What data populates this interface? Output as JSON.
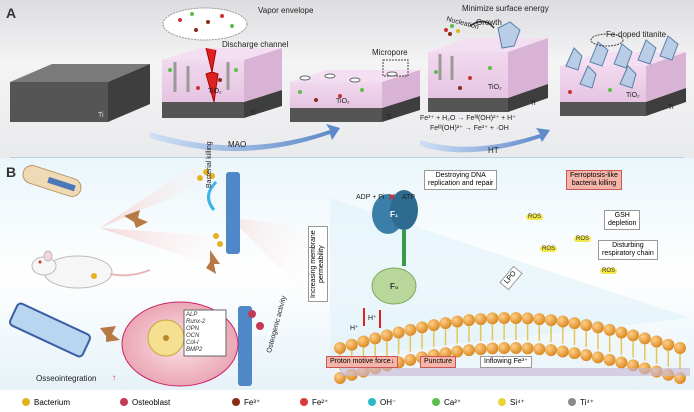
{
  "panel_a": {
    "letter": "A",
    "labels": {
      "vapor_envelope": "Vapor envelope",
      "discharge_channel": "Discharge channel",
      "tio2_1": "TiO₂",
      "ti_1": "Ti",
      "ti_0": "Ti",
      "micropore": "Micropore",
      "tio2_2": "TiO₂",
      "ti_2": "Ti",
      "minimize_surface_energy": "Minimize surface energy",
      "nucleation": "Nucleation",
      "growth": "Growth",
      "tio2_3": "TiO₂",
      "ti_3": "Ti",
      "fe_doped_titanite": "Fe-doped titanite",
      "tio2_4": "TiO₂",
      "ti_4": "Ti",
      "mao": "MAO",
      "ht": "HT",
      "eq1": "Fe³⁺ + H₂O → Feᴵᴵᴵ(OH)²⁺ + H⁺",
      "eq2": "Feᴵᴵᴵ(OH)²⁺ → Fe³⁺ + ·OH"
    }
  },
  "panel_b": {
    "letter": "B",
    "labels": {
      "bacterial_killing": "Bacterial killing",
      "osteogenic_activity": "Osteogenic activity",
      "osseointegration": "Osseointegration",
      "up_arrow": "↑",
      "markers": [
        "ALP",
        "Runx-2",
        "OPN",
        "OCN",
        "Col-I",
        "BMP2"
      ],
      "adp_pi": "ADP + Pi",
      "cross": "✕",
      "atp": "ATP",
      "destroying_dna": "Destroying DNA\nreplication and repair",
      "ferroptosis": "Ferroptosis-like\nbacteria killing",
      "gsh_depletion": "GSH\ndepletion",
      "disturbing_chain": "Disturbing\nrespiratory chain",
      "lpo": "LPO",
      "ros": "ROS",
      "increasing_permeability": "Increasing membrane\npermeability",
      "f0": "F₀",
      "f1": "F₁",
      "h_plus": "H⁺",
      "proton_motive_force": "Proton motive force↓",
      "puncture": "Puncture",
      "inflowing_fe": "Inflowing Fe³⁺"
    }
  },
  "legend": [
    {
      "label": "Bacterium",
      "color": "#e3b31f"
    },
    {
      "label": "Osteoblast",
      "color": "#c23a55"
    },
    {
      "label": "Fe³⁺",
      "color": "#8b2b14"
    },
    {
      "label": "Fe²⁺",
      "color": "#d93a3a"
    },
    {
      "label": "OH⁻",
      "color": "#2fb8c8"
    },
    {
      "label": "Ca²⁺",
      "color": "#5bbf4a"
    },
    {
      "label": "Si⁴⁺",
      "color": "#e6d63a"
    },
    {
      "label": "Ti⁴⁺",
      "color": "#8a8a8a"
    }
  ],
  "colors": {
    "membrane_head": "#e99a2d",
    "atp_synthase": "#3b7fa8",
    "fo_unit": "#b9d79a",
    "red_box": "#f4b6a8",
    "mao_arrow": "#6a8fc9"
  }
}
